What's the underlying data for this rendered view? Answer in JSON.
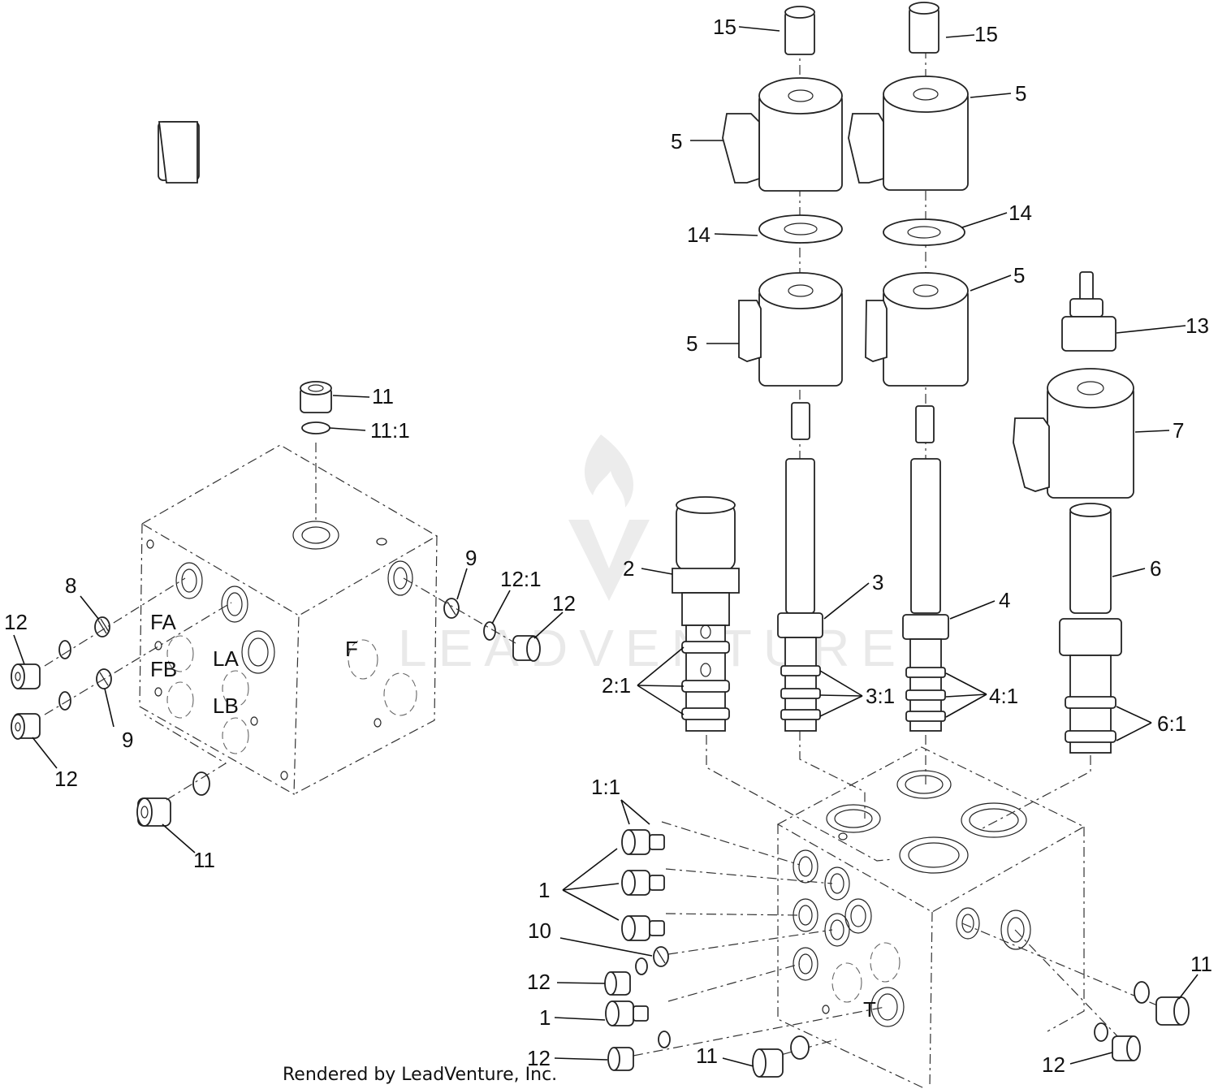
{
  "callouts": {
    "c15a": "15",
    "c15b": "15",
    "c5a": "5",
    "c5b": "5",
    "c5c": "5",
    "c5d": "5",
    "c14a": "14",
    "c14b": "14",
    "c13": "13",
    "c7": "7",
    "c6": "6",
    "c61": "6:1",
    "c2": "2",
    "c21": "2:1",
    "c3": "3",
    "c31": "3:1",
    "c4": "4",
    "c41": "4:1",
    "c11top": "11",
    "c111": "11:1",
    "c8": "8",
    "c9a": "9",
    "c121": "12:1",
    "c12a": "12",
    "c12b": "12",
    "c12c": "12",
    "c9b": "9",
    "c11left": "11",
    "c11": "1:1",
    "c1a": "1",
    "c10": "10",
    "c12d": "12",
    "c1b": "1",
    "c12e": "12",
    "c11c": "11",
    "c12f": "12",
    "c11r": "11"
  },
  "block_marks": {
    "fa": "FA",
    "fb": "FB",
    "la": "LA",
    "lb": "LB",
    "f": "F",
    "t": "T"
  },
  "watermark": {
    "text": "LEADVENTURE"
  },
  "footer": {
    "text": "Rendered by LeadVenture, Inc."
  }
}
